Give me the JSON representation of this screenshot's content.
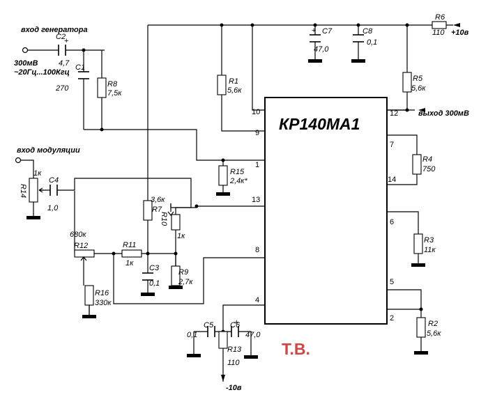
{
  "chip": {
    "name": "КР140МА1"
  },
  "signature": "Т.В.",
  "labels": {
    "input_gen": "вход генератора",
    "input_mod": "вход модуляции",
    "level": "300мВ",
    "freq": "~20Гц...100Кгц",
    "output": "выход 300мВ",
    "plus10": "+10в",
    "minus10": "-10в"
  },
  "components": {
    "C2": {
      "ref": "C2",
      "value": "4,7"
    },
    "C1": {
      "ref": "C1",
      "value": "270"
    },
    "R8": {
      "ref": "R8",
      "value": "7,5к"
    },
    "R1": {
      "ref": "R1",
      "value": "5,6к"
    },
    "C7": {
      "ref": "C7",
      "value": "47,0"
    },
    "C8": {
      "ref": "C8",
      "value": "0,1"
    },
    "R6": {
      "ref": "R6",
      "value": "110"
    },
    "R5": {
      "ref": "R5",
      "value": "5,6к"
    },
    "R15": {
      "ref": "R15",
      "value": "2,4к*"
    },
    "R4": {
      "ref": "R4",
      "value": "750"
    },
    "R14": {
      "ref": "R14",
      "value": "1к"
    },
    "C4": {
      "ref": "C4",
      "value": "1,0"
    },
    "R7": {
      "ref": "R7",
      "value": "3,6к"
    },
    "R10": {
      "ref": "R10",
      "value": "1к"
    },
    "R3": {
      "ref": "R3",
      "value": "11к"
    },
    "R12": {
      "ref": "R12",
      "value": "680к"
    },
    "R11": {
      "ref": "R11",
      "value": "1к"
    },
    "C3": {
      "ref": "C3",
      "value": "0,1"
    },
    "R9": {
      "ref": "R9",
      "value": "2,7к"
    },
    "R16": {
      "ref": "R16",
      "value": "330к"
    },
    "C5": {
      "ref": "C5",
      "value": "0,1"
    },
    "C6": {
      "ref": "C6",
      "value": "47,0"
    },
    "R13": {
      "ref": "R13",
      "value": "110"
    },
    "R2": {
      "ref": "R2",
      "value": "5,6к"
    }
  },
  "pins": {
    "p10": "10",
    "p9": "9",
    "p1": "1",
    "p13": "13",
    "p8": "8",
    "p4": "4",
    "p12": "12",
    "p7": "7",
    "p14": "14",
    "p6": "6",
    "p5": "5",
    "p2": "2"
  }
}
